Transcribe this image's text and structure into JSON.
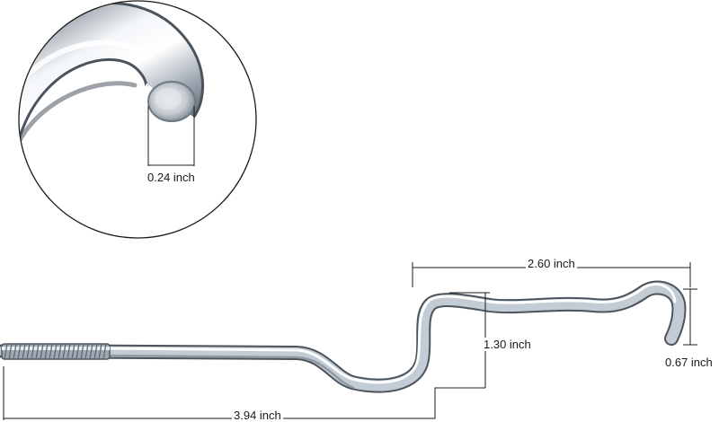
{
  "image": {
    "subject": "Zinc-plated steel bent rod / spring hook with threaded end, shown with dimension callouts and a circular close-up of the rod end",
    "background_color": "#ffffff",
    "metal_colors": {
      "highlight": "#f4f7fa",
      "mid": "#b9c3cc",
      "shadow": "#6f7a84",
      "outline": "#4b545c"
    },
    "line_color": "#1a1a1a"
  },
  "dimensions": {
    "rod_diameter": "0.24 inch",
    "overall_length": "3.94 inch",
    "offset_height": "1.30 inch",
    "top_span": "2.60 inch",
    "hook_height": "0.67 inch"
  }
}
